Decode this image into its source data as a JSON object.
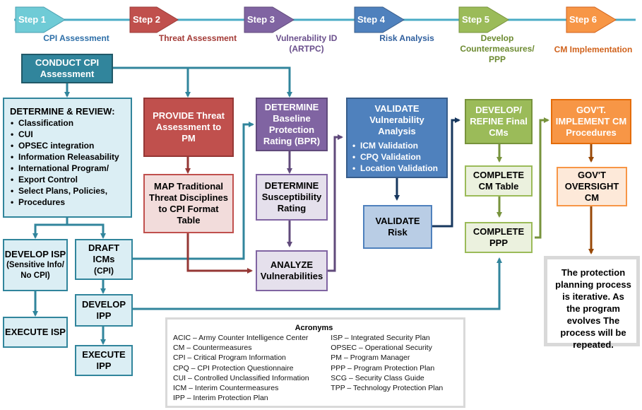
{
  "steps": [
    {
      "chevron": "Step 1",
      "label": "CPI Assessment",
      "color": "#6fcbd6",
      "text_color": "#2e6fa8"
    },
    {
      "chevron": "Step 2",
      "label": "Threat Assessment",
      "color": "#c0504d",
      "text_color": "#a33a36"
    },
    {
      "chevron": "Step 3",
      "label": "Vulnerability ID (ARTPC)",
      "color": "#8064a2",
      "text_color": "#6a4f8c"
    },
    {
      "chevron": "Step 4",
      "label": "Risk Analysis",
      "color": "#4f81bd",
      "text_color": "#2f5f9e"
    },
    {
      "chevron": "Step 5",
      "label": "Develop Countermeasures/ PPP",
      "color": "#9bbb59",
      "text_color": "#6c8a30"
    },
    {
      "chevron": "Step 6",
      "label": "CM Implementation",
      "color": "#f79646",
      "text_color": "#d0621c"
    }
  ],
  "boxes": {
    "conduct_cpi": "CONDUCT CPI Assessment",
    "determine_review": {
      "title": "DETERMINE & REVIEW:",
      "items": [
        "Classification",
        "CUI",
        "OPSEC integration",
        "Information Releasability",
        "International Program/",
        "Export Control",
        "Select Plans, Policies,",
        "Procedures"
      ]
    },
    "develop_isp": {
      "title": "DEVELOP ISP",
      "sub": "(Sensitive Info/ No CPI)"
    },
    "draft_icms": {
      "title": "DRAFT ICMs",
      "sub": "(CPI)"
    },
    "execute_isp": "EXECUTE ISP",
    "develop_ipp": "DEVELOP IPP",
    "execute_ipp": "EXECUTE IPP",
    "provide_threat": "PROVIDE Threat Assessment to PM",
    "map_traditional": "MAP Traditional Threat Disciplines to CPI Format Table",
    "determine_bpr": "DETERMINE Baseline Protection Rating (BPR)",
    "determine_susceptibility": "DETERMINE Susceptibility Rating",
    "analyze_vuln": "ANALYZE Vulnerabilities",
    "validate_vuln": {
      "title": "VALIDATE Vulnerability Analysis",
      "items": [
        "ICM Validation",
        "CPQ Validation",
        "Location Validation"
      ]
    },
    "validate_risk": "VALIDATE Risk",
    "develop_refine": "DEVELOP/ REFINE Final CMs",
    "complete_cm_table": "COMPLETE CM Table",
    "complete_ppp": "COMPLETE PPP",
    "govt_implement": "GOV'T. IMPLEMENT CM Procedures",
    "govt_oversight": "GOV'T OVERSIGHT CM"
  },
  "note": "The protection planning process is iterative. As the program evolves The process will be repeated.",
  "acronyms": {
    "title": "Acronyms",
    "left": [
      "ACIC – Army Counter Intelligence Center",
      "CM – Countermeasures",
      "CPI – Critical Program Information",
      "CPQ – CPI Protection Questionnaire",
      "CUI – Controlled Unclassified Information",
      "ICM – Interim Countermeasures",
      "IPP – Interim Protection Plan"
    ],
    "right": [
      "ISP – Integrated Security Plan",
      "OPSEC – Operational Security",
      "PM – Program Manager",
      "PPP – Program Protection Plan",
      "SCG – Security Class Guide",
      "TPP – Technology Protection Plan"
    ]
  }
}
